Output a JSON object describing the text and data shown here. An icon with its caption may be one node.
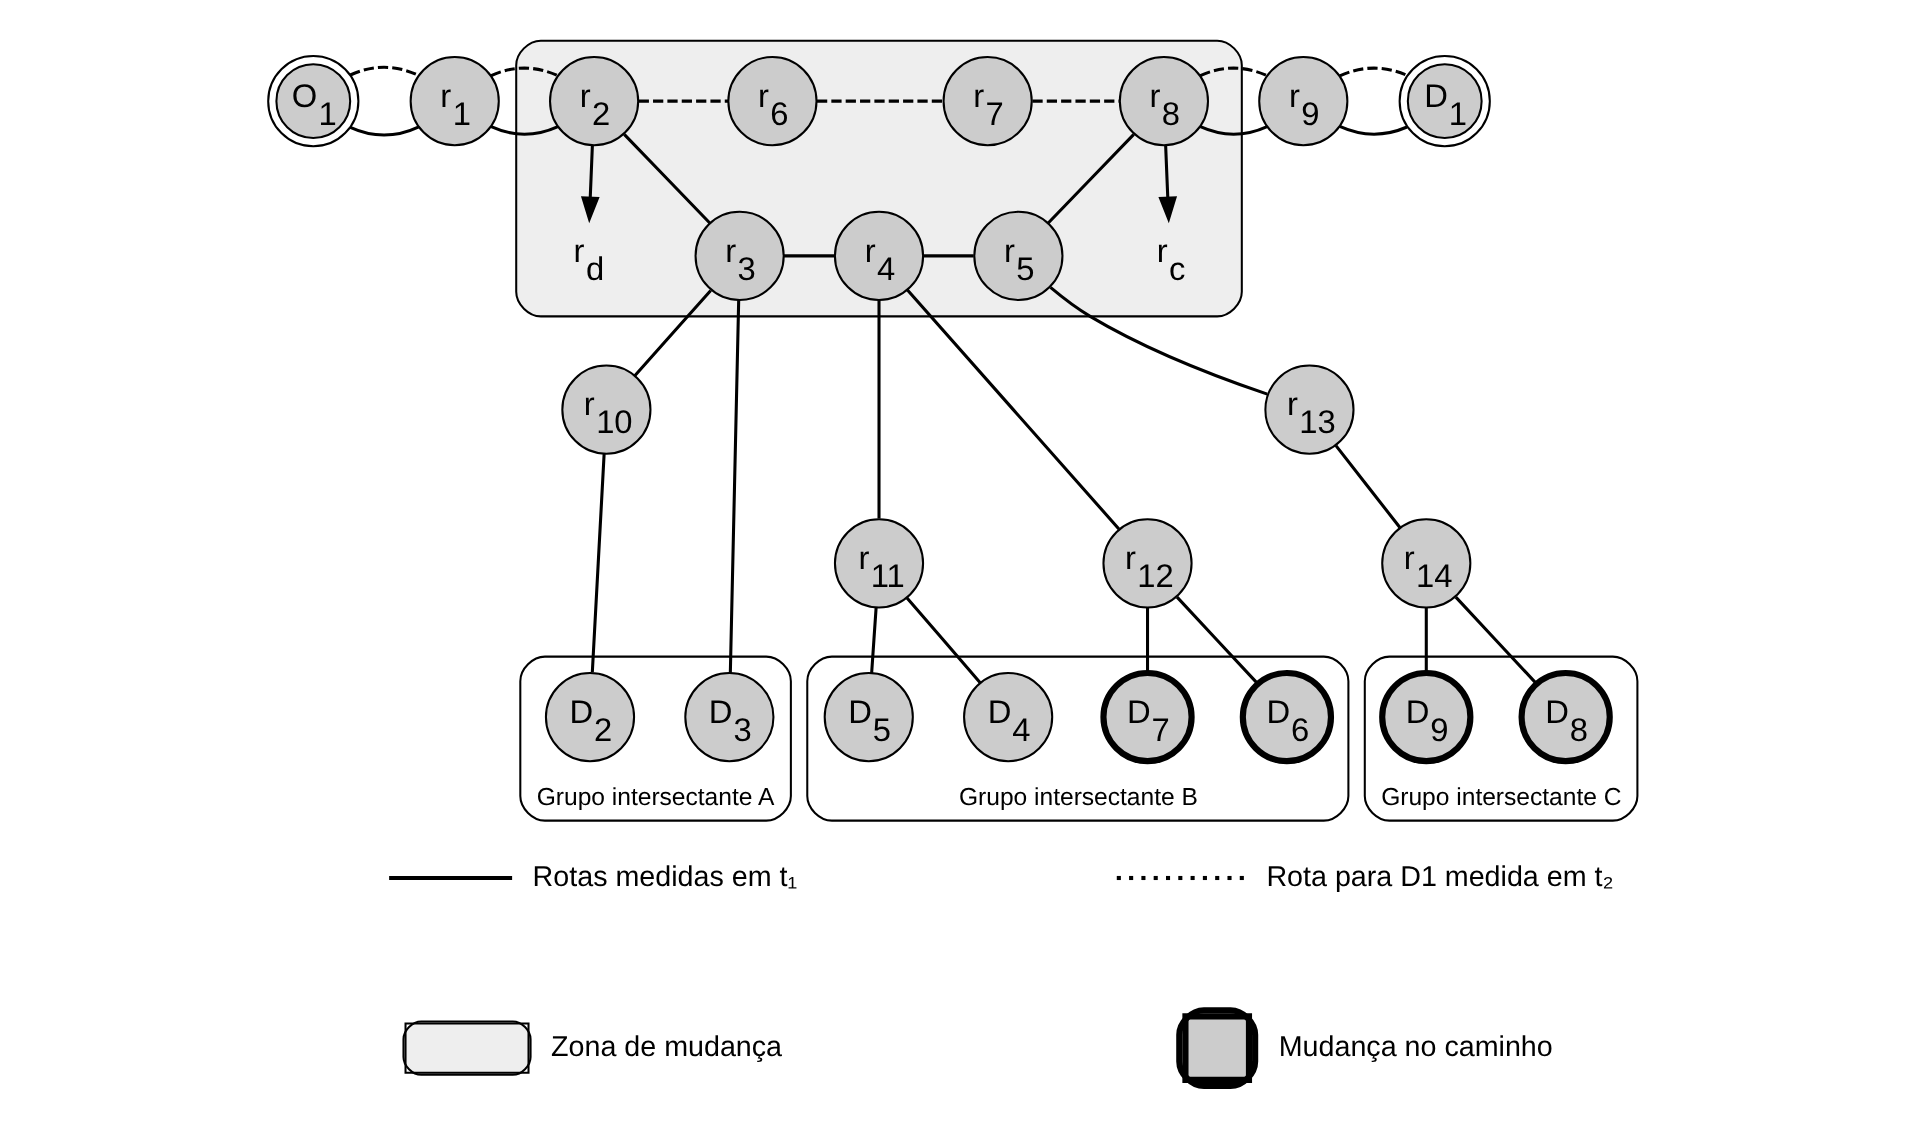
{
  "diagram": {
    "nodes": [
      {
        "text": [
          "O$_{1}$"
        ]
      },
      {
        "text": [
          "r$_{1}$"
        ]
      },
      {
        "text": [],
        "shape": "box"
      },
      {
        "text": [
          "r$_{2}$"
        ],
        "in": 2
      },
      {
        "text": [
          "r$_{6}$"
        ],
        "in": 2
      },
      {
        "text": [
          "r$_{7}$"
        ],
        "in": 2
      },
      {
        "text": [
          "r$_{8}$"
        ],
        "in": 2
      },
      {
        "text": [
          "r$_{9}$"
        ]
      },
      {
        "text": [
          "D$_{1}$"
        ]
      },
      {
        "text": [
          "r$_{d}$"
        ],
        "in": 2
      },
      {
        "text": [
          "r$_{c}$"
        ],
        "in": 2
      },
      {
        "text": [
          "r$_{3}$"
        ],
        "in": 2
      },
      {
        "text": [
          "r$_{4}$"
        ],
        "in": 2
      },
      {
        "text": [
          "r$_{5}$"
        ],
        "in": 2
      },
      {
        "text": [
          "r$_{10}$"
        ]
      },
      {
        "text": [
          "r$_{11}$"
        ]
      },
      {
        "text": [
          "r$_{12}$"
        ]
      },
      {
        "text": [
          "r$_{13}$"
        ]
      },
      {
        "text": [
          "r$_{14}$"
        ]
      },
      {
        "text": [
          "Grupo intersectante A"
        ]
      },
      {
        "text": [
          "D$_{2}$"
        ],
        "in": 19
      },
      {
        "text": [
          "D$_{3}$"
        ],
        "in": 19
      },
      {
        "text": [
          "Grupo intersectante B"
        ]
      },
      {
        "text": [
          "D$_{4}$"
        ],
        "in": 22
      },
      {
        "text": [
          "D$_{5}$"
        ],
        "in": 22
      },
      {
        "text": [
          "D$_{6}$"
        ],
        "in": 22
      },
      {
        "text": [
          "D$_{7}$"
        ],
        "in": 22
      },
      {
        "text": [
          "Grupo intersectante C"
        ]
      },
      {
        "text": [
          "D$_{8}$"
        ],
        "in": 27
      },
      {
        "text": [
          "D$_{9}$"
        ],
        "in": 27
      }
    ],
    "edges": [
      {
        "from": 0,
        "to": 1,
        "arrow": "none"
      },
      {
        "from": 0,
        "to": 1,
        "arrow": "none",
        "style": "dashed"
      },
      {
        "from": 1,
        "to": 3,
        "arrow": "none"
      },
      {
        "from": 1,
        "to": 3,
        "arrow": "none",
        "style": "dashed"
      },
      {
        "from": 3,
        "to": 4,
        "arrow": "none",
        "style": "dashed"
      },
      {
        "from": 4,
        "to": 5,
        "arrow": "none",
        "style": "dashed"
      },
      {
        "from": 5,
        "to": 6,
        "arrow": "none",
        "style": "dashed"
      },
      {
        "from": 6,
        "to": 7,
        "arrow": "none"
      },
      {
        "from": 6,
        "to": 7,
        "arrow": "none",
        "style": "dashed"
      },
      {
        "from": 7,
        "to": 8,
        "arrow": "none"
      },
      {
        "from": 7,
        "to": 8,
        "arrow": "none",
        "style": "dashed"
      },
      {
        "from": 3,
        "to": 9,
        "arrow": "to"
      },
      {
        "from": 6,
        "to": 10,
        "arrow": "to"
      },
      {
        "from": 3,
        "to": 11,
        "arrow": "none"
      },
      {
        "from": 11,
        "to": 12,
        "arrow": "none"
      },
      {
        "from": 12,
        "to": 13,
        "arrow": "none"
      },
      {
        "from": 6,
        "to": 13,
        "arrow": "none"
      },
      {
        "from": 11,
        "to": 14,
        "arrow": "none"
      },
      {
        "from": 11,
        "to": 21,
        "arrow": "none"
      },
      {
        "from": 14,
        "to": 20,
        "arrow": "none"
      },
      {
        "from": 12,
        "to": 15,
        "arrow": "none"
      },
      {
        "from": 12,
        "to": 16,
        "arrow": "none"
      },
      {
        "from": 15,
        "to": 23,
        "arrow": "none"
      },
      {
        "from": 15,
        "to": 24,
        "arrow": "none"
      },
      {
        "from": 16,
        "to": 25,
        "arrow": "none"
      },
      {
        "from": 16,
        "to": 26,
        "arrow": "none"
      },
      {
        "from": 13,
        "to": 17,
        "arrow": "none"
      },
      {
        "from": 17,
        "to": 18,
        "arrow": "none"
      },
      {
        "from": 18,
        "to": 28,
        "arrow": "none"
      },
      {
        "from": 18,
        "to": 29,
        "arrow": "none"
      }
    ],
    "legend": [
      {
        "text": "Rotas medidas em t₁"
      },
      {
        "text": "Rota para D1 medida em t₂"
      },
      {
        "text": "Zona de mudança",
        "color": "#eeeeee"
      },
      {
        "text": "Mudança no caminho"
      }
    ]
  }
}
